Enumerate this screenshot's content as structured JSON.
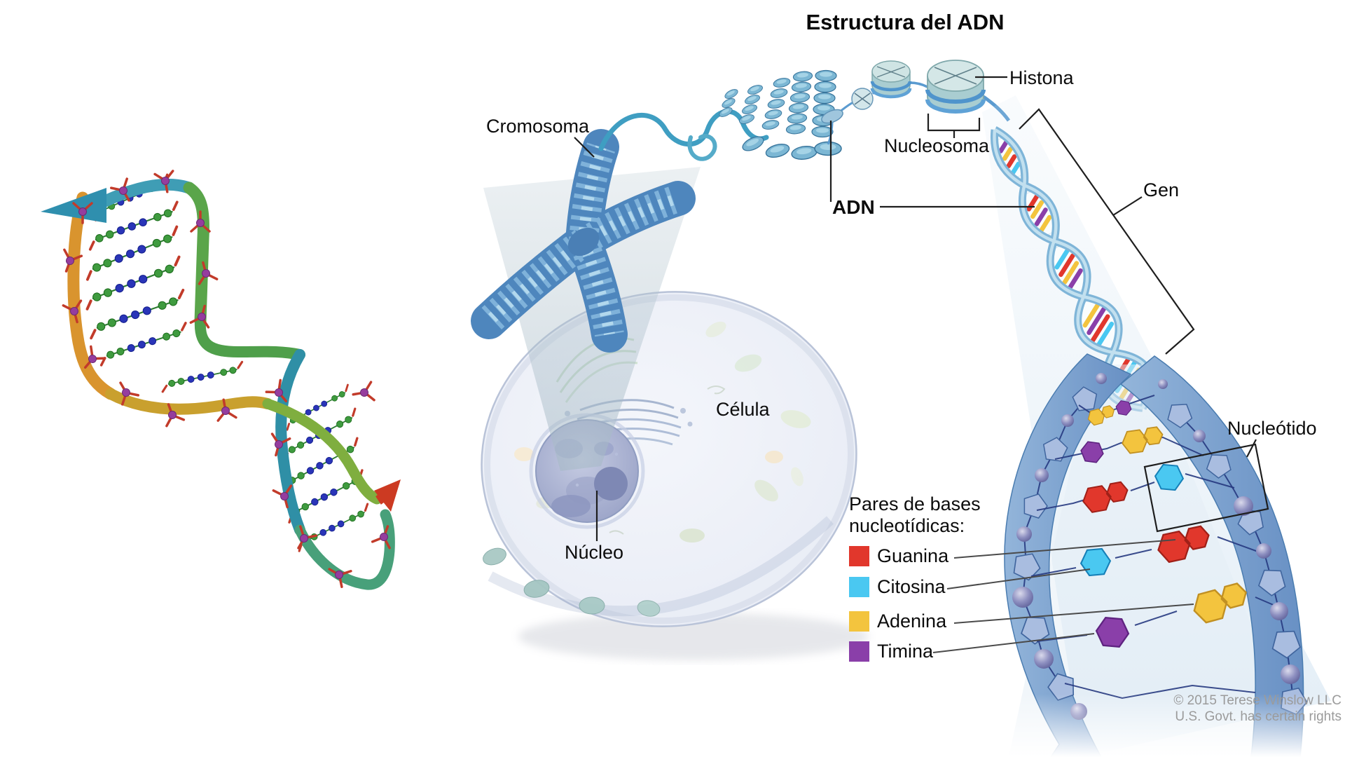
{
  "title": "Estructura del ADN",
  "labels": {
    "cromosoma": "Cromosoma",
    "histona": "Histona",
    "nucleosoma": "Nucleosoma",
    "adn": "ADN",
    "gen": "Gen",
    "celula": "Célula",
    "nucleo": "Núcleo",
    "nucleotido": "Nucleótido"
  },
  "legend": {
    "heading_line1": "Pares de bases",
    "heading_line2": "nucleotídicas:",
    "items": [
      {
        "label": "Guanina",
        "color": "#e1372c"
      },
      {
        "label": "Citosina",
        "color": "#4ac8f1"
      },
      {
        "label": "Adenina",
        "color": "#f3c43e"
      },
      {
        "label": "Timina",
        "color": "#8a3fa9"
      }
    ]
  },
  "copyright": {
    "line1": "© 2015 Terese Winslow LLC",
    "line2": "U.S. Govt. has certain rights"
  },
  "colors": {
    "chromosome_blue": "#4e86bd",
    "chromatin_blue": "#7cb7d4",
    "helix_ribbon_blue": "#7fb5d8",
    "backbone_blue": "#7ca3d2",
    "sphere_violet": "#8486ba",
    "cell_fill": "#eef1f8",
    "nucleus_fill": "#a3abcd",
    "model_ribbon_orange": "#d9942e",
    "model_ribbon_green": "#5aa54a",
    "model_ribbon_teal": "#2f8fa6",
    "model_arrow_red": "#cc3a22",
    "base_guanina": "#e1372c",
    "base_citosina": "#4ac8f1",
    "base_adenina": "#f3c43e",
    "base_timina": "#8a3fa9"
  }
}
